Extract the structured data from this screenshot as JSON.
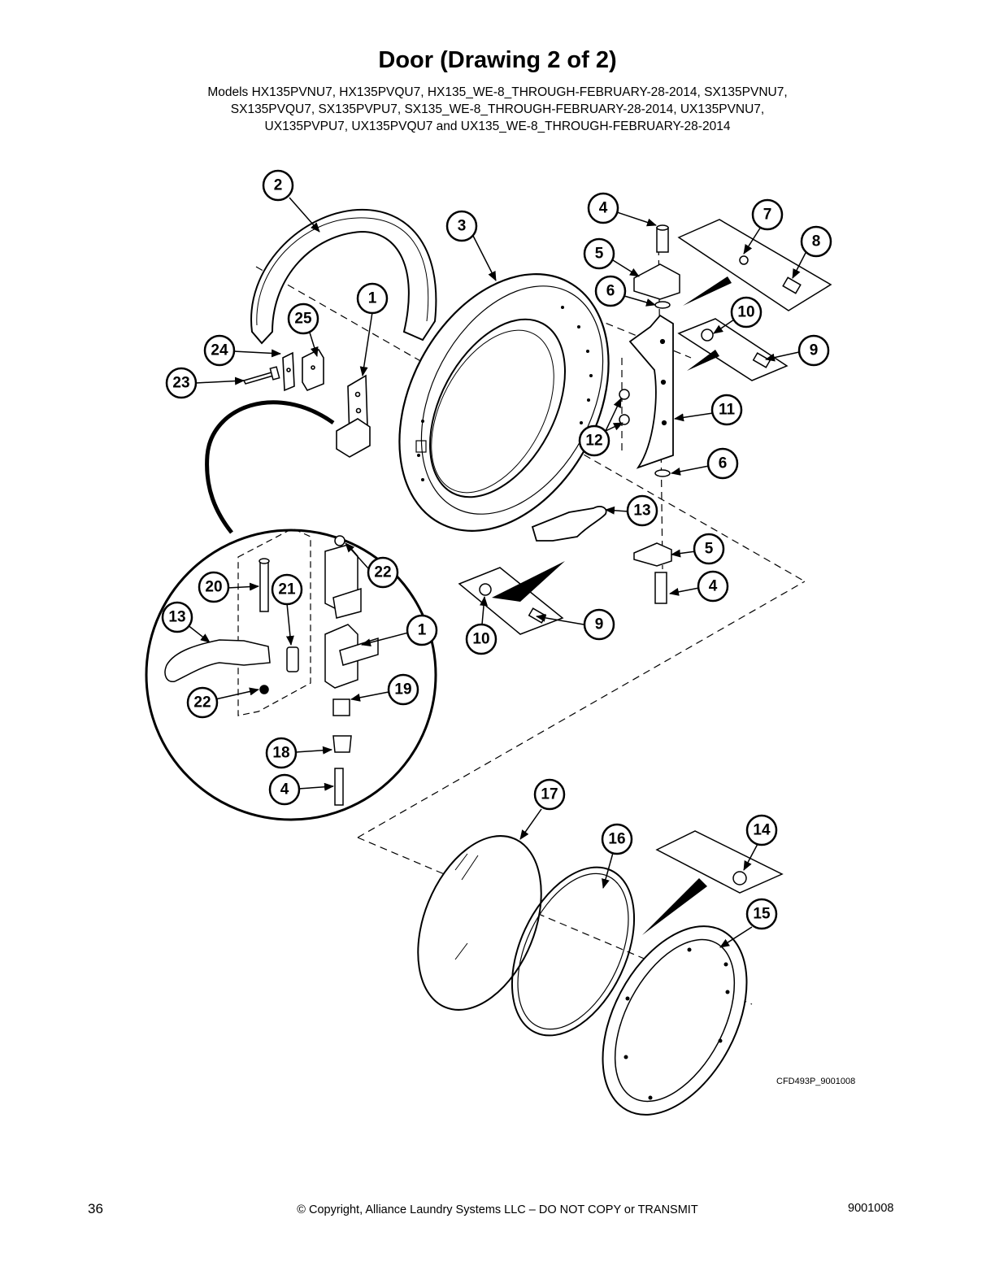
{
  "header": {
    "title": "Door (Drawing 2 of 2)",
    "model_lines": [
      "Models HX135PVNU7, HX135PVQU7, HX135_WE-8_THROUGH-FEBRUARY-28-2014, SX135PVNU7,",
      "SX135PVQU7, SX135PVPU7, SX135_WE-8_THROUGH-FEBRUARY-28-2014, UX135PVNU7,",
      "UX135PVPU7, UX135PVQU7 and UX135_WE-8_THROUGH-FEBRUARY-28-2014"
    ]
  },
  "callouts": [
    "2",
    "3",
    "1",
    "25",
    "24",
    "23",
    "4",
    "7",
    "8",
    "5",
    "6",
    "10",
    "9",
    "12",
    "11",
    "6",
    "13",
    "5",
    "4",
    "22",
    "20",
    "21",
    "13",
    "1",
    "10",
    "9",
    "22",
    "19",
    "18",
    "4",
    "17",
    "16",
    "14",
    "15"
  ],
  "drawing_code": "CFD493P_9001008",
  "footer": {
    "page_number": "36",
    "copyright": "© Copyright, Alliance Laundry Systems LLC – DO NOT COPY or TRANSMIT",
    "doc_number": "9001008"
  }
}
